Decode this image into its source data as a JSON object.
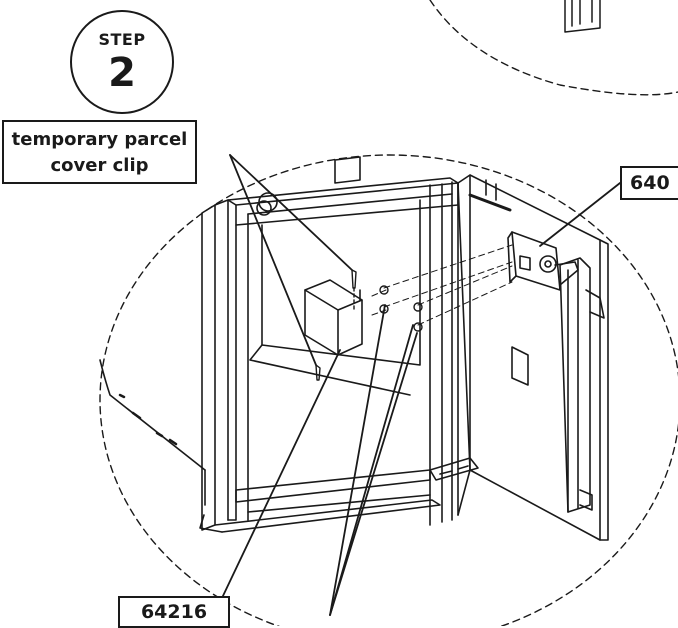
{
  "step": {
    "word": "STEP",
    "number": "2"
  },
  "callouts": {
    "clip_line1": "temporary parcel",
    "clip_line2": "cover clip",
    "part_left": "64216",
    "part_right": "640"
  },
  "colors": {
    "ink": "#1a1a1a",
    "background": "#ffffff"
  }
}
